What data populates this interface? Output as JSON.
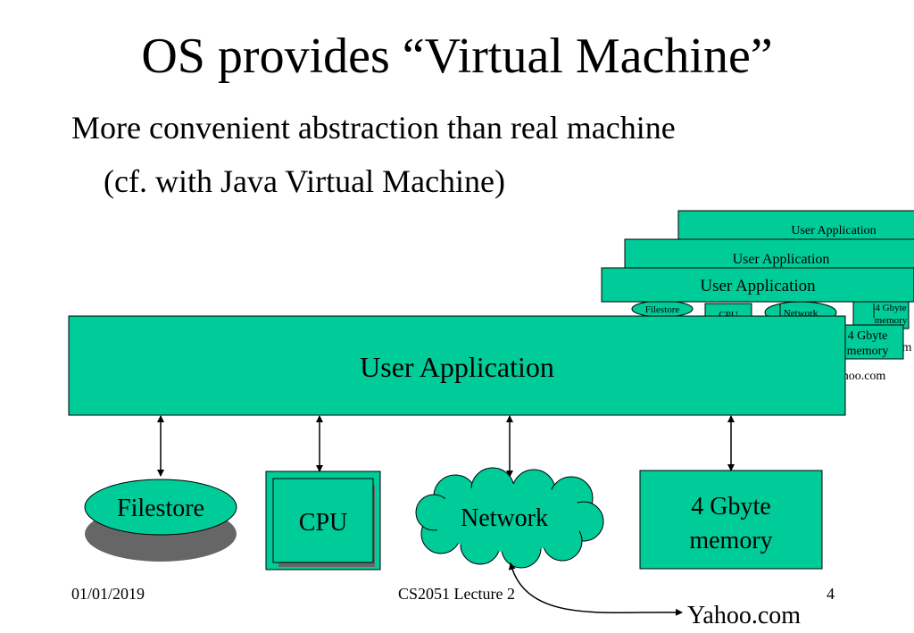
{
  "slide": {
    "title": "OS provides “Virtual Machine”",
    "bullet_main": "More convenient abstraction than real machine",
    "bullet_sub": "(cf. with Java Virtual Machine)"
  },
  "diagram": {
    "user_app_label": "User Application",
    "stack_labels": [
      "User Application",
      "User Application",
      "User Application"
    ],
    "filestore_label": "Filestore",
    "cpu_label": "CPU",
    "network_label": "Network",
    "memory_line1": "4 Gbyte",
    "memory_line2": "memory",
    "yahoo_label": "Yahoo.com",
    "mini_filestore": "Filestore",
    "mini_cpu": "CPU",
    "mini_network": "Network",
    "mini_memory_line1": "4 Gbyte",
    "mini_memory_line2": "memory",
    "mini_yahoo": "hoo.com",
    "mini_m": "m"
  },
  "footer": {
    "date": "01/01/2019",
    "course": "CS2051 Lecture 2",
    "page": "4"
  },
  "colors": {
    "box_fill": "#00cc99",
    "shadow": "#666666",
    "border": "#000000"
  }
}
